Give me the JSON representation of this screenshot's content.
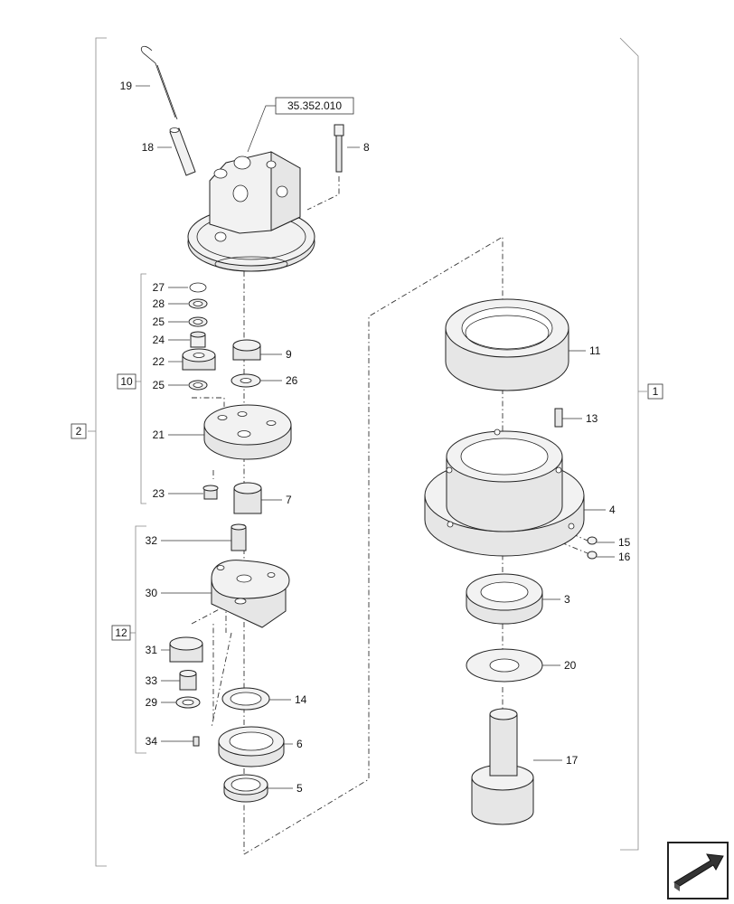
{
  "reference_box": "35.352.010",
  "groups": [
    {
      "id": "group-1",
      "label": "1"
    },
    {
      "id": "group-2",
      "label": "2"
    },
    {
      "id": "group-10",
      "label": "10"
    },
    {
      "id": "group-12",
      "label": "12"
    }
  ],
  "callouts": [
    {
      "id": "19",
      "label": "19"
    },
    {
      "id": "18",
      "label": "18"
    },
    {
      "id": "8",
      "label": "8"
    },
    {
      "id": "27",
      "label": "27"
    },
    {
      "id": "28",
      "label": "28"
    },
    {
      "id": "25a",
      "label": "25"
    },
    {
      "id": "24",
      "label": "24"
    },
    {
      "id": "22",
      "label": "22"
    },
    {
      "id": "25b",
      "label": "25"
    },
    {
      "id": "9",
      "label": "9"
    },
    {
      "id": "26",
      "label": "26"
    },
    {
      "id": "21",
      "label": "21"
    },
    {
      "id": "23",
      "label": "23"
    },
    {
      "id": "7",
      "label": "7"
    },
    {
      "id": "32",
      "label": "32"
    },
    {
      "id": "30",
      "label": "30"
    },
    {
      "id": "31",
      "label": "31"
    },
    {
      "id": "33",
      "label": "33"
    },
    {
      "id": "29",
      "label": "29"
    },
    {
      "id": "34",
      "label": "34"
    },
    {
      "id": "14",
      "label": "14"
    },
    {
      "id": "6",
      "label": "6"
    },
    {
      "id": "5",
      "label": "5"
    },
    {
      "id": "11",
      "label": "11"
    },
    {
      "id": "13",
      "label": "13"
    },
    {
      "id": "4",
      "label": "4"
    },
    {
      "id": "15",
      "label": "15"
    },
    {
      "id": "16",
      "label": "16"
    },
    {
      "id": "3",
      "label": "3"
    },
    {
      "id": "20",
      "label": "20"
    },
    {
      "id": "17",
      "label": "17"
    }
  ],
  "nav_icon": "next-page-arrow-icon"
}
